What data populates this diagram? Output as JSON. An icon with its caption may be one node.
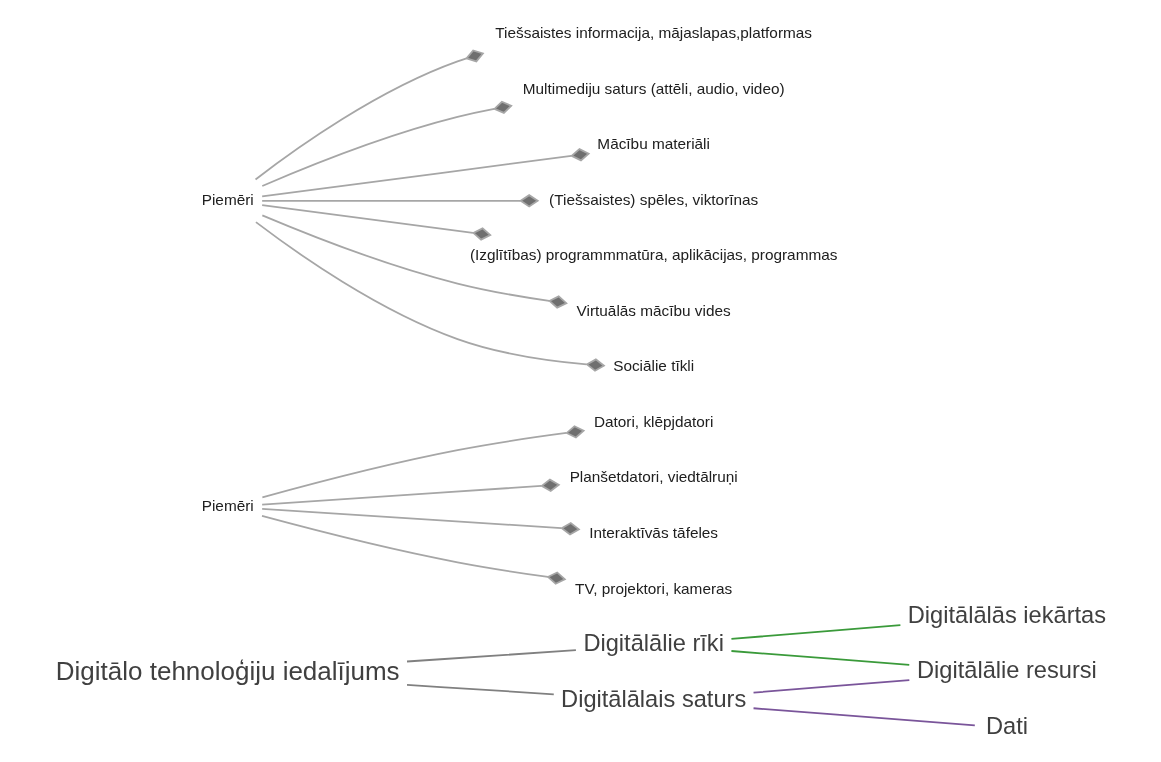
{
  "diagram": {
    "nodes": [
      {
        "text": [
          "Digitālo tehnoloģiju iedalījums"
        ]
      },
      {
        "text": [
          "Digitālālie rīki"
        ]
      },
      {
        "text": [
          "Digitālālais saturs"
        ]
      },
      {
        "text": [
          "Digitālālās iekārtas"
        ]
      },
      {
        "text": [
          "Digitālālie resursi"
        ]
      },
      {
        "text": [
          "Dati"
        ]
      },
      {
        "text": [
          "Piemēri"
        ]
      },
      {
        "text": [
          "Datori, klēpjdatori"
        ]
      },
      {
        "text": [
          "Planšetdatori, viedtālruņi"
        ]
      },
      {
        "text": [
          "Interaktīvās tāfeles"
        ]
      },
      {
        "text": [
          "TV, projektori, kameras"
        ]
      },
      {
        "text": [
          "Piemēri"
        ]
      },
      {
        "text": [
          "Tiešsaistes informacija, mājaslapas,platformas"
        ]
      },
      {
        "text": [
          "Multimediju saturs (attēli, audio, video)"
        ]
      },
      {
        "text": [
          "Mācību materiāli"
        ]
      },
      {
        "text": [
          "(Tiešsaistes) spēles, viktorīnas"
        ]
      },
      {
        "text": [
          "(Izglītības) programmmatūra, aplikācijas, programmas"
        ]
      },
      {
        "text": [
          "Virtuālās mācību vides"
        ]
      },
      {
        "text": [
          "Sociālie tīkli"
        ]
      }
    ],
    "edges": [
      {
        "from": 0,
        "to": 1,
        "arrow": "none",
        "color": "#808080"
      },
      {
        "from": 0,
        "to": 2,
        "arrow": "none",
        "color": "#808080"
      },
      {
        "from": 1,
        "to": 3,
        "arrow": "none",
        "color": "#3a9a3a"
      },
      {
        "from": 1,
        "to": 4,
        "arrow": "none",
        "color": "#3a9a3a"
      },
      {
        "from": 2,
        "to": 4,
        "arrow": "none",
        "color": "#7a559a"
      },
      {
        "from": 2,
        "to": 5,
        "arrow": "none",
        "color": "#7a559a"
      },
      {
        "from": 6,
        "to": 7,
        "arrow": "other"
      },
      {
        "from": 6,
        "to": 8,
        "arrow": "other"
      },
      {
        "from": 6,
        "to": 9,
        "arrow": "other"
      },
      {
        "from": 6,
        "to": 10,
        "arrow": "other"
      },
      {
        "from": 11,
        "to": 12,
        "arrow": "other"
      },
      {
        "from": 11,
        "to": 13,
        "arrow": "other"
      },
      {
        "from": 11,
        "to": 14,
        "arrow": "other"
      },
      {
        "from": 11,
        "to": 15,
        "arrow": "other"
      },
      {
        "from": 11,
        "to": 16,
        "arrow": "other"
      },
      {
        "from": 11,
        "to": 17,
        "arrow": "other"
      },
      {
        "from": 11,
        "to": 18,
        "arrow": "other"
      }
    ]
  }
}
